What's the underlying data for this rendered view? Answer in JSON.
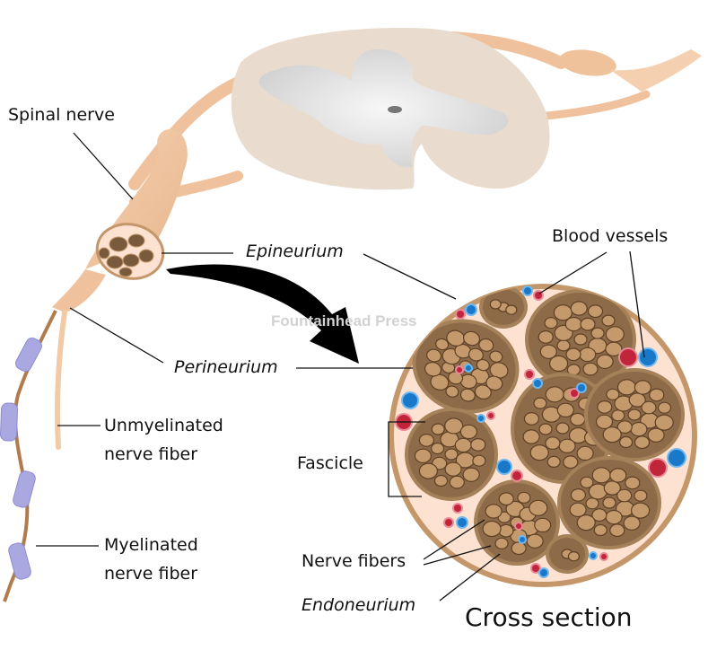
{
  "diagram": {
    "title": "Cross section",
    "watermark": "Fountainhead Press",
    "labels": {
      "spinal_nerve": "Spinal nerve",
      "epineurium": "Epineurium",
      "perineurium": "Perineurium",
      "blood_vessels": "Blood vessels",
      "unmyelinated_line1": "Unmyelinated",
      "unmyelinated_line2": "nerve fiber",
      "myelinated_line1": "Myelinated",
      "myelinated_line2": "nerve fiber",
      "fascicle": "Fascicle",
      "nerve_fibers": "Nerve fibers",
      "endoneurium": "Endoneurium"
    },
    "colors": {
      "nerve_tissue": "#f2c9a4",
      "spinal_cord_white": "#e8dcd0",
      "gray_matter": "#f0f0f0",
      "epineurium_fill": "#fde2d2",
      "sheath_border": "#c4976a",
      "fascicle_fill": "#8d6a48",
      "fiber_fill": "#c49a6c",
      "fiber_stroke": "#5e4026",
      "artery": "#c0253a",
      "vein": "#1a78c8",
      "myelin": "#a9a8e0",
      "arrow": "#000000"
    }
  }
}
